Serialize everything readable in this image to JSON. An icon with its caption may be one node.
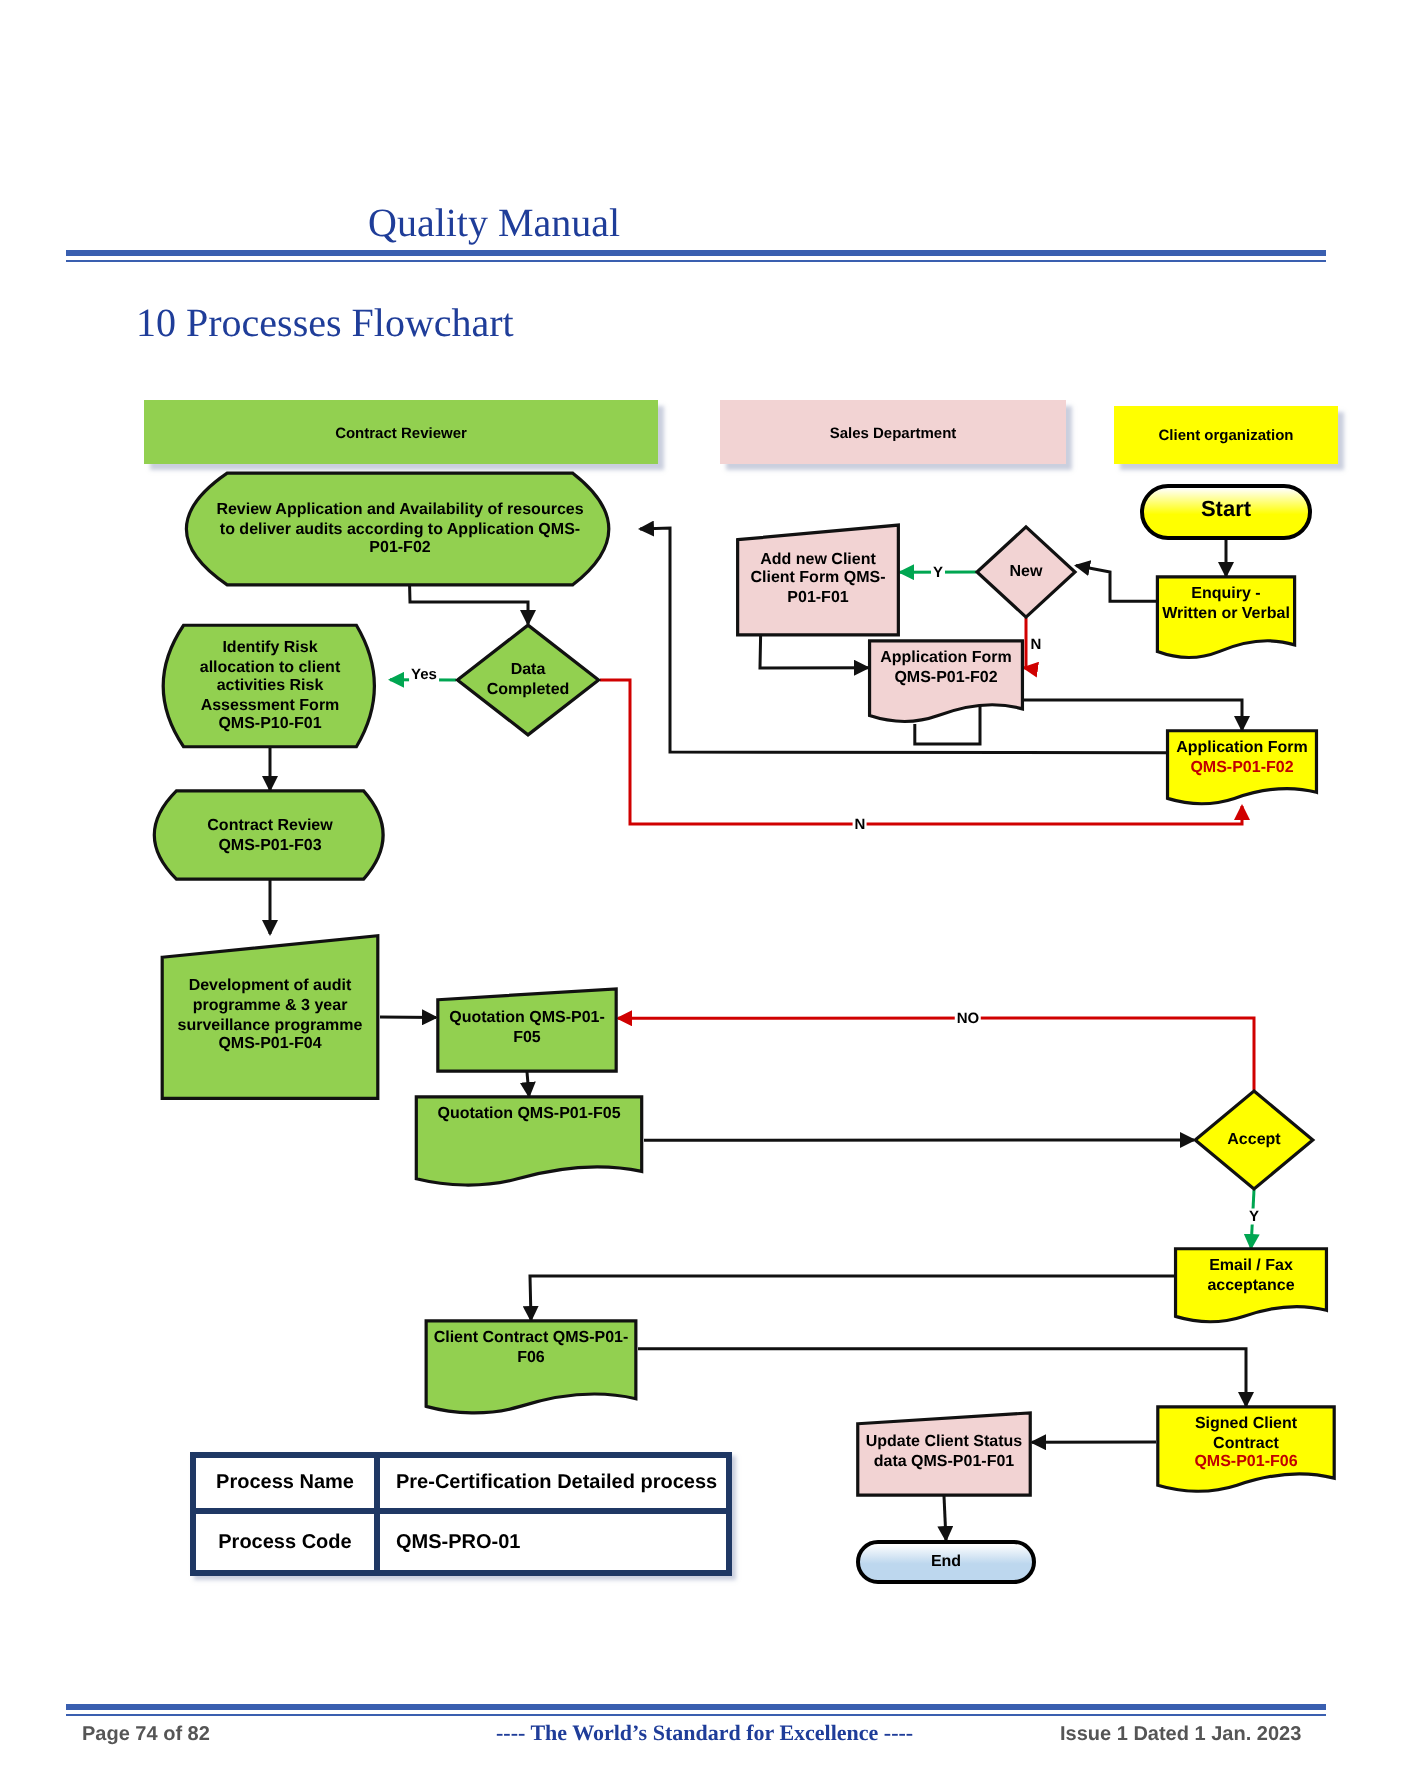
{
  "diagram": {
    "title": "10 Processes Flowchart",
    "nodes": [
      {
        "text": [
          "Contract  Reviewer"
        ]
      },
      {
        "text": [
          "Sales Department"
        ]
      },
      {
        "text": [
          "Client organization"
        ]
      },
      {
        "text": [
          "Start"
        ]
      },
      {
        "text": [
          "Enquiry - Written or Verbal"
        ]
      },
      {
        "text": [
          "New"
        ]
      },
      {
        "text": [
          "Add new Client Client Form QMS-P01-F01"
        ]
      },
      {
        "text": [
          "Application  Form QMS-P01-F02"
        ]
      },
      {
        "text": [
          "Application  Form",
          "QMS-P01-F02"
        ]
      },
      {
        "text": [
          "Review  Application and Availability of resources to deliver audits according to  Application QMS-P01-F02"
        ]
      },
      {
        "text": [
          "Data Completed"
        ]
      },
      {
        "text": [
          "Identify Risk allocation to client activities Risk Assessment Form QMS-P10-F01"
        ]
      },
      {
        "text": [
          "Contract Review QMS-P01-F03"
        ]
      },
      {
        "text": [
          "Development of audit programme & 3 year surveillance programme QMS-P01-F04"
        ]
      },
      {
        "text": [
          "Quotation QMS-P01-F05"
        ]
      },
      {
        "text": [
          "Quotation QMS-P01-F05"
        ]
      },
      {
        "text": [
          "Accept"
        ]
      },
      {
        "text": [
          "Email / Fax acceptance"
        ]
      },
      {
        "text": [
          "Client Contract QMS-P01-F06"
        ]
      },
      {
        "text": [
          "Signed Client Contract",
          "QMS-P01-F06"
        ]
      },
      {
        "text": [
          "Update Client Status data QMS-P01-F01"
        ]
      },
      {
        "text": [
          "End"
        ]
      }
    ],
    "edges": [
      {
        "from": 3,
        "to": 4,
        "arrow": "to"
      },
      {
        "from": 4,
        "to": 5,
        "arrow": "to"
      },
      {
        "from": 5,
        "to": 6,
        "arrow": "to",
        "label": "Y",
        "color": "#00a651"
      },
      {
        "from": 5,
        "to": 7,
        "arrow": "to",
        "label": "N",
        "color": "#d00000"
      },
      {
        "from": 6,
        "to": 7,
        "arrow": "to"
      },
      {
        "from": 7,
        "to": 8,
        "arrow": "to"
      },
      {
        "from": 8,
        "to": 9,
        "arrow": "to"
      },
      {
        "from": 9,
        "to": 10,
        "arrow": "to"
      },
      {
        "from": 10,
        "to": 11,
        "arrow": "to",
        "label": "Yes",
        "color": "#00a651"
      },
      {
        "from": 10,
        "to": 8,
        "arrow": "to",
        "label": "N",
        "color": "#d00000"
      },
      {
        "from": 11,
        "to": 12,
        "arrow": "to"
      },
      {
        "from": 12,
        "to": 13,
        "arrow": "to"
      },
      {
        "from": 13,
        "to": 14,
        "arrow": "to"
      },
      {
        "from": 16,
        "to": 14,
        "arrow": "to",
        "label": "NO",
        "color": "#d00000"
      },
      {
        "from": 14,
        "to": 15,
        "arrow": "to"
      },
      {
        "from": 15,
        "to": 16,
        "arrow": "to"
      },
      {
        "from": 16,
        "to": 17,
        "arrow": "to",
        "label": "Y",
        "color": "#00a651"
      },
      {
        "from": 17,
        "to": 18,
        "arrow": "to"
      },
      {
        "from": 18,
        "to": 19,
        "arrow": "to"
      },
      {
        "from": 19,
        "to": 20,
        "arrow": "to"
      },
      {
        "from": 20,
        "to": 21,
        "arrow": "to"
      }
    ],
    "labels": [
      "Quality Manual",
      "Process Name",
      "Pre-Certification Detailed process",
      "Process Code",
      "QMS-PRO-01",
      "Page 74 of 82",
      "---- The World’s Standard for Excellence ----",
      "Issue 1 Dated 1 Jan. 2023"
    ]
  }
}
